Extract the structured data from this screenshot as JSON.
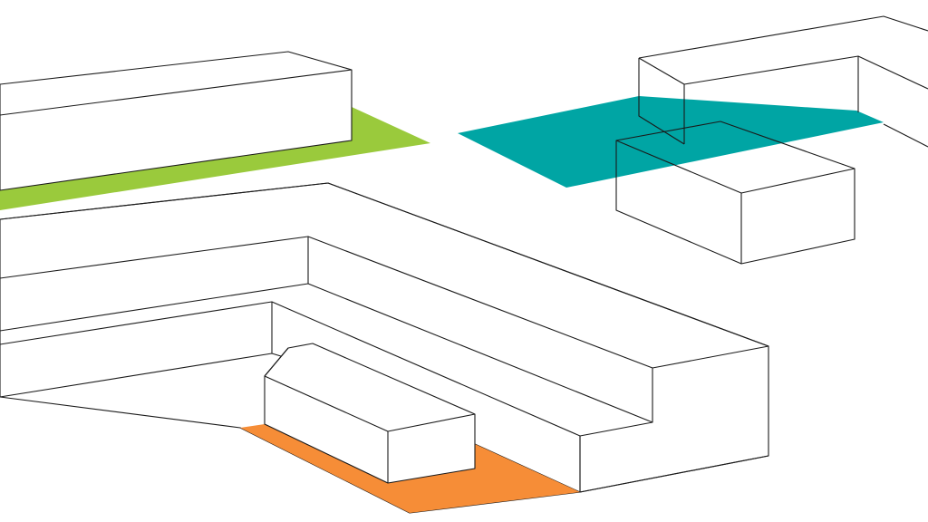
{
  "colors": {
    "background": "#ffffff",
    "outline": "#1a1a1a",
    "green_area": "#9aca3c",
    "teal_area": "#00a5a4",
    "orange_area": "#f68d37"
  },
  "shapes": {
    "top_left_block": "white-box",
    "green_strip": "green-parallelogram",
    "top_right_l_block": "white-box-l",
    "teal_area": "teal-polygon",
    "right_transparent_block": "wireframe-box",
    "stepped_terraces": "white-stepped",
    "small_gabled_block": "white-gabled",
    "orange_area": "orange-polygon"
  }
}
